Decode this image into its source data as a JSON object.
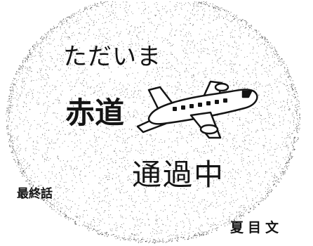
{
  "title": {
    "line1": "ただいま",
    "line2": "赤道",
    "line3": "通過中"
  },
  "episode_label": "最終話",
  "author": "夏目文",
  "illustration": {
    "globe": "stippled-globe",
    "airplane": "airplane-icon"
  },
  "colors": {
    "ink": "#141414",
    "background": "#ffffff"
  }
}
